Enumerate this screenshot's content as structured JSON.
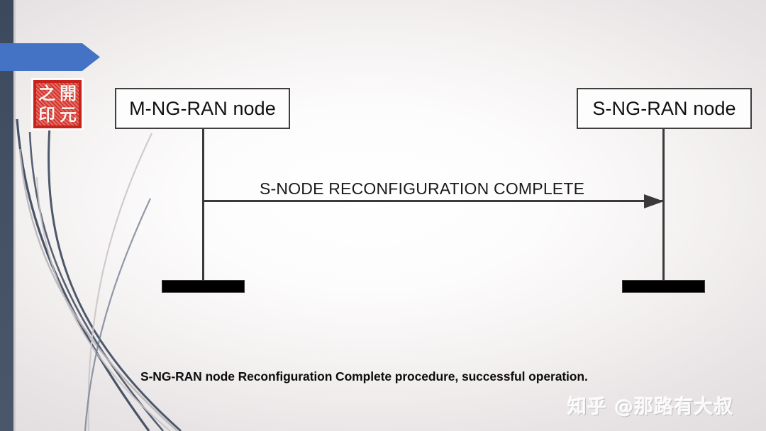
{
  "slide": {
    "background_center_color": "#ffffff",
    "background_edge_color": "#e2dedf"
  },
  "decor": {
    "left_bar_color": "#445064",
    "blue_arrow": {
      "name": "blue-chevron-arrow",
      "color": "#4472c4"
    },
    "swoosh_dark_color": "#3b475c",
    "swoosh_light_color": "#cfcbcc",
    "seal": {
      "border_color": "#c8221c",
      "fill_color": "#d6342b",
      "text_color": "#fdf3f1",
      "characters": [
        "之",
        "開",
        "印",
        "元"
      ],
      "reading": "開元之印"
    }
  },
  "diagram": {
    "type": "sequence-diagram",
    "nodes": [
      {
        "id": "master",
        "label": "M-NG-RAN node"
      },
      {
        "id": "secondary",
        "label": "S-NG-RAN node"
      }
    ],
    "messages": [
      {
        "label": "S-NODE RECONFIGURATION COMPLETE",
        "from": "master",
        "to": "secondary",
        "direction": "right"
      }
    ],
    "line_color": "#3a3a3a",
    "terminator_color": "#000000"
  },
  "caption": {
    "text": "S-NG-RAN node Reconfiguration Complete procedure, successful operation."
  },
  "watermark": {
    "text": "知乎 @那路有大叔"
  }
}
